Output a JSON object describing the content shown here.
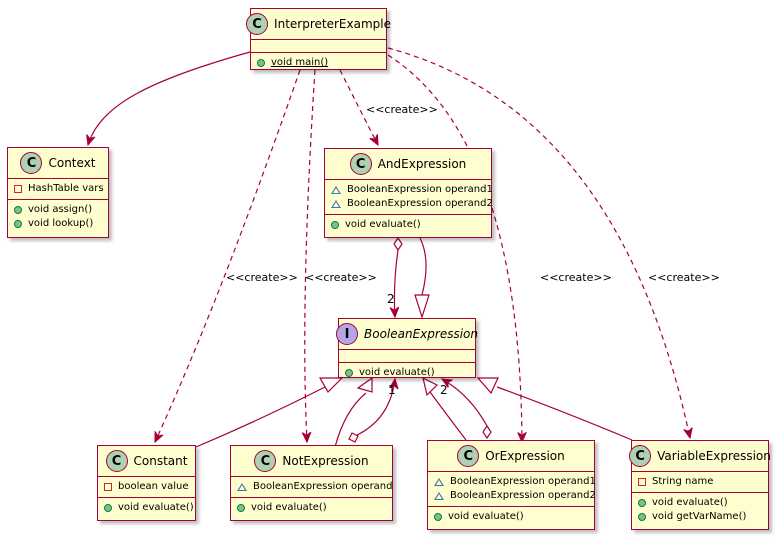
{
  "classes": {
    "interpreter": {
      "name": "InterpreterExample",
      "badge": "C",
      "methods": [
        "void main()"
      ]
    },
    "context": {
      "name": "Context",
      "badge": "C",
      "fields": [
        "HashTable vars"
      ],
      "methods": [
        "void assign()",
        "void lookup()"
      ]
    },
    "andexpr": {
      "name": "AndExpression",
      "badge": "C",
      "fields": [
        "BooleanExpression operand1",
        "BooleanExpression operand2"
      ],
      "methods": [
        "void evaluate()"
      ]
    },
    "boolexpr": {
      "name": "BooleanExpression",
      "badge": "I",
      "methods": [
        "void evaluate()"
      ]
    },
    "constant": {
      "name": "Constant",
      "badge": "C",
      "fields": [
        "boolean value"
      ],
      "methods": [
        "void evaluate()"
      ]
    },
    "notexpr": {
      "name": "NotExpression",
      "badge": "C",
      "fields": [
        "BooleanExpression operand"
      ],
      "methods": [
        "void evaluate()"
      ]
    },
    "orexpr": {
      "name": "OrExpression",
      "badge": "C",
      "fields": [
        "BooleanExpression operand1",
        "BooleanExpression operand2"
      ],
      "methods": [
        "void evaluate()"
      ]
    },
    "varexpr": {
      "name": "VariableExpression",
      "badge": "C",
      "fields": [
        "String name"
      ],
      "methods": [
        "void evaluate()",
        "void getVarName()"
      ]
    }
  },
  "labels": {
    "create": "<<create>>",
    "mult_two": "2",
    "mult_one": "1"
  },
  "colors": {
    "line": "#A80036",
    "class_bg": "#FEFECE",
    "class_badge": "#ADD1B2",
    "interface_badge": "#B4A7E5"
  }
}
